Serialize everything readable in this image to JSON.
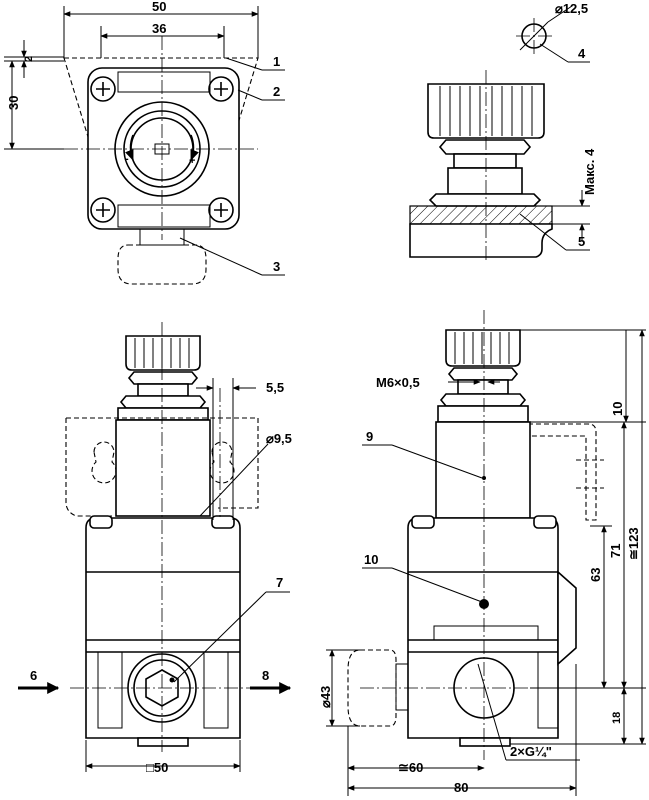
{
  "dimensions": {
    "top_width_50": "50",
    "top_width_36": "36",
    "top_offset_2": "2",
    "top_height_30": "30",
    "knob_diameter": "⌀12,5",
    "max_thickness": "Макс. 4",
    "port_offset_5_5": "5,5",
    "hole_diameter": "⌀9,5",
    "thread": "M6×0,5",
    "dim_10": "10",
    "dim_63": "63",
    "dim_71": "71",
    "dim_123": "≅123",
    "dim_18": "18",
    "dim_43": "⌀43",
    "dim_60": "≅60",
    "dim_80": "80",
    "dim_square_50": "□50",
    "port_thread": "2×G¼\""
  },
  "callouts": [
    "1",
    "2",
    "3",
    "4",
    "5",
    "6",
    "7",
    "8",
    "9",
    "10"
  ],
  "colors": {
    "ink": "#000000",
    "paper": "#ffffff"
  }
}
